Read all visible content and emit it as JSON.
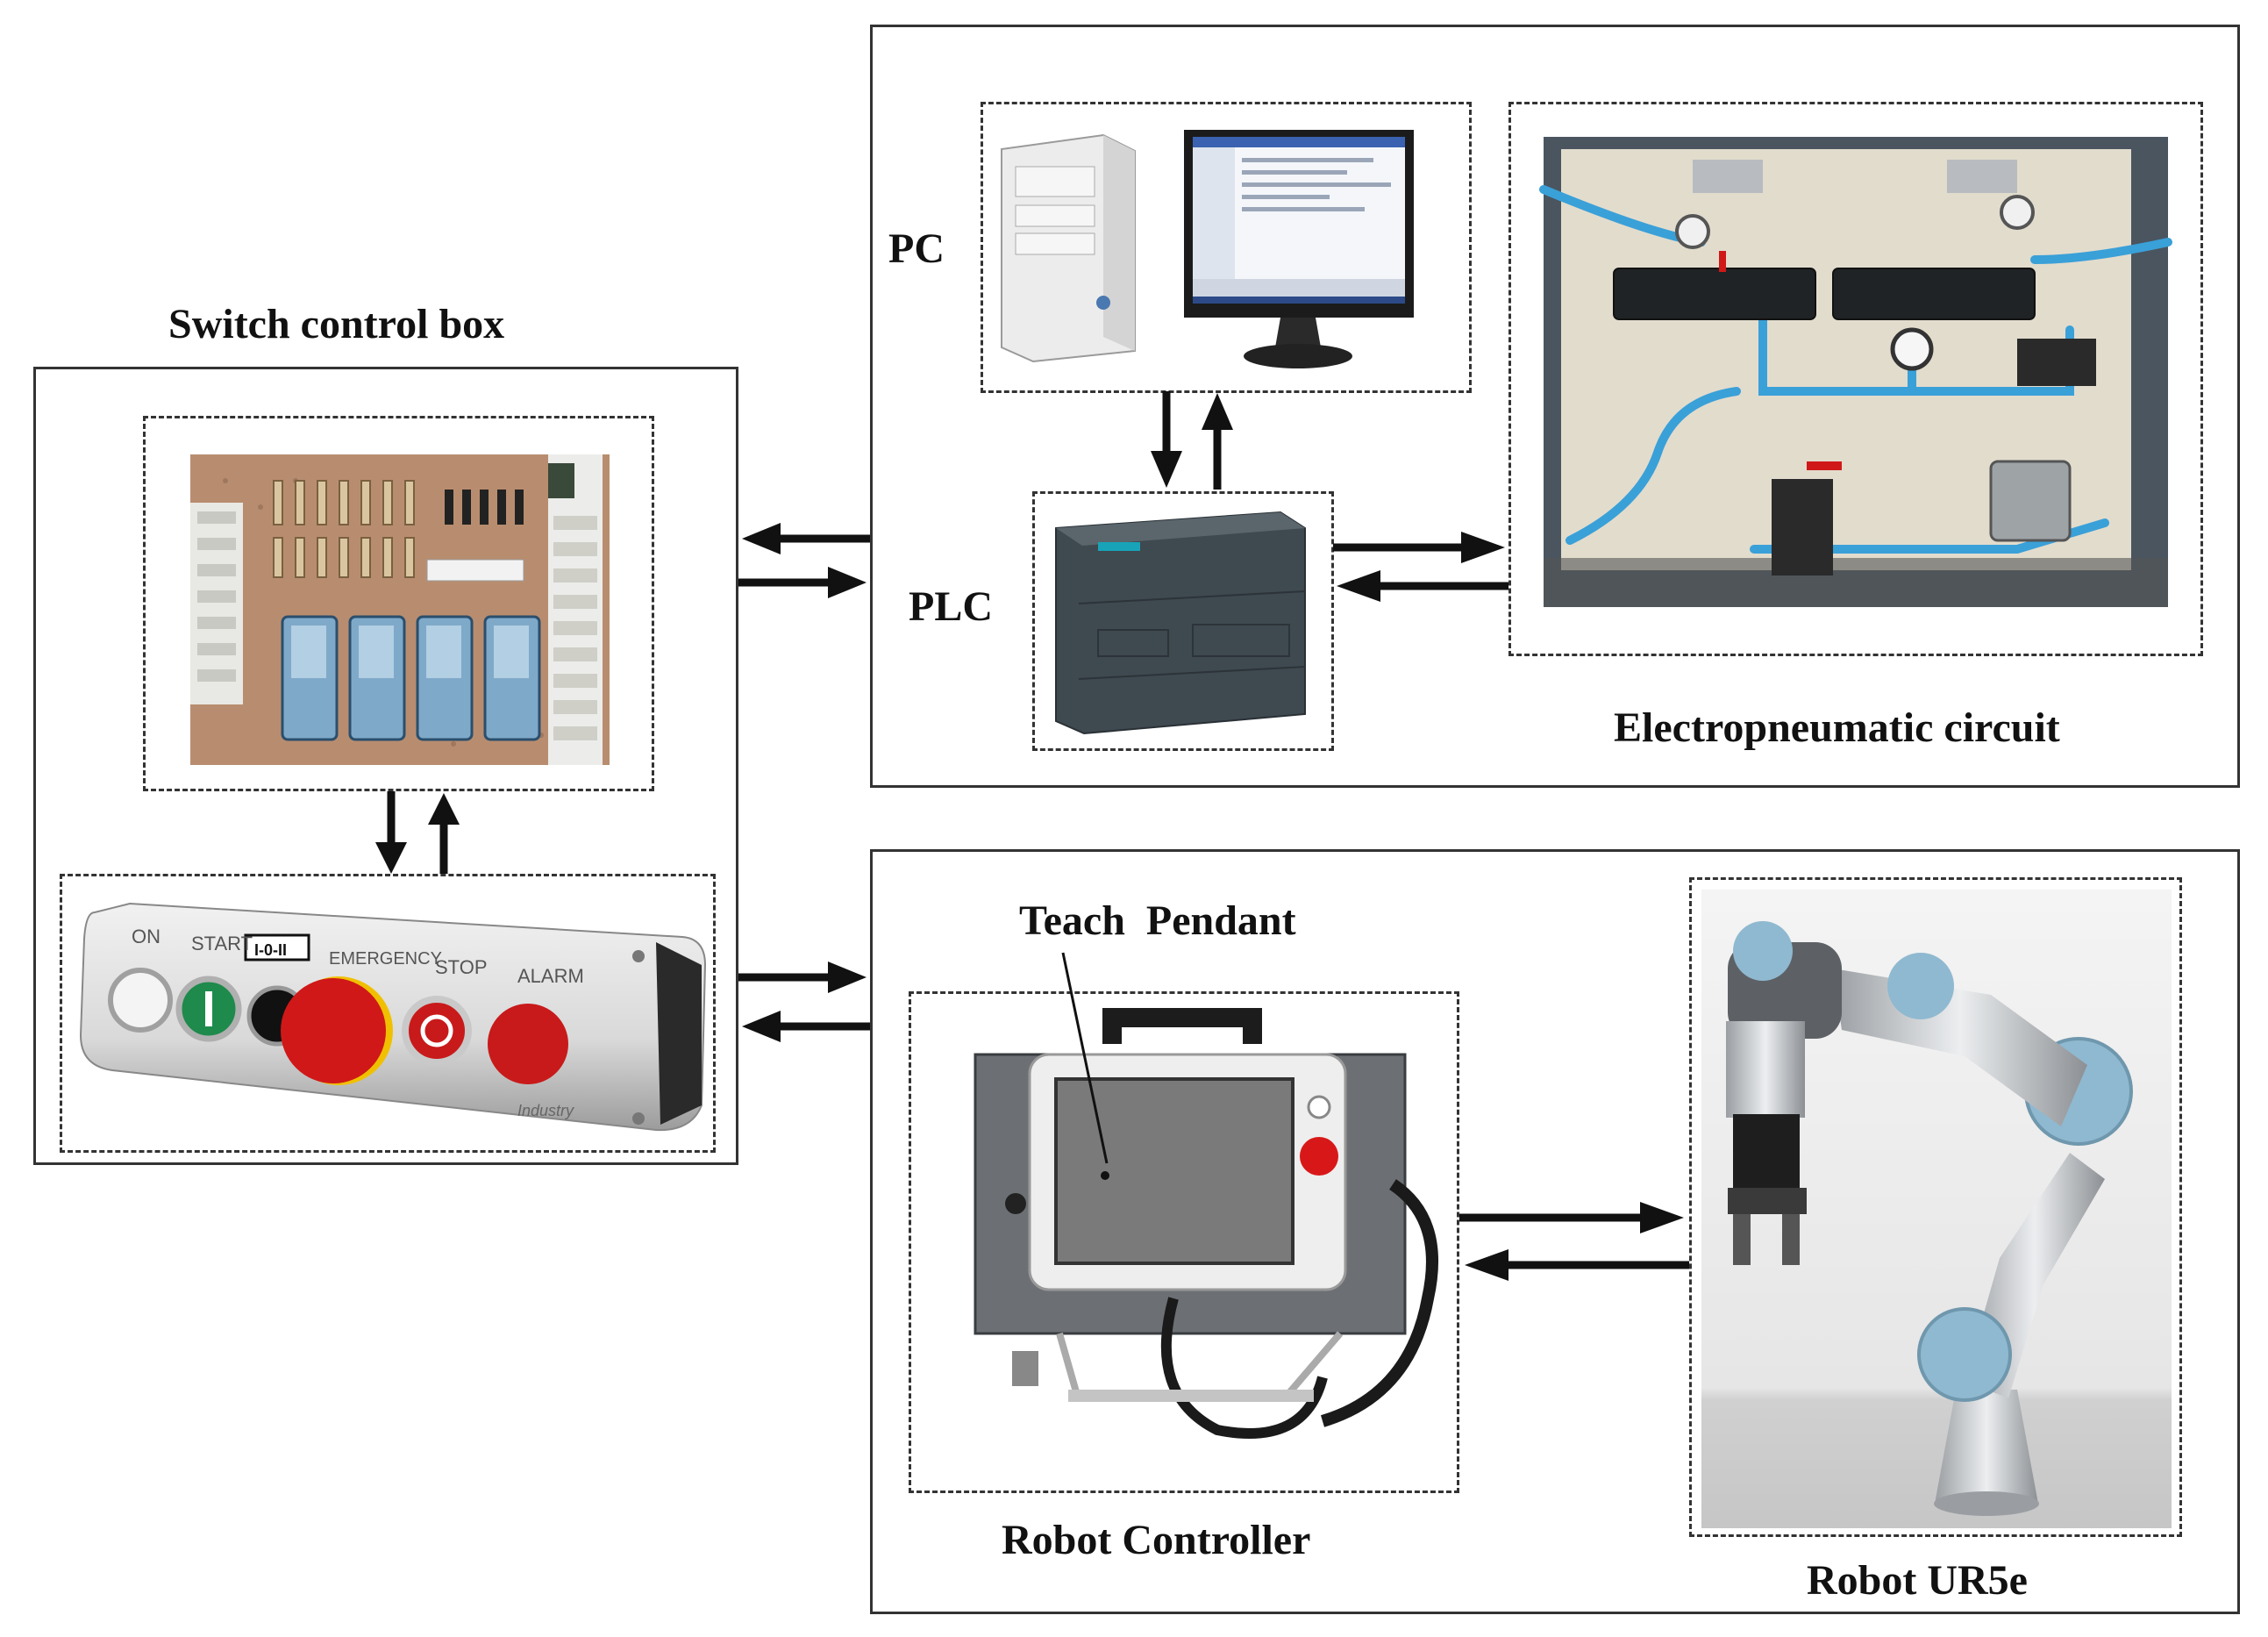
{
  "labels": {
    "switch_box": "Switch control box",
    "pc": "PC",
    "plc": "PLC",
    "electro": "Electropneumatic circuit",
    "teach": "Teach  Pendant",
    "controller": "Robot Controller",
    "robot": "Robot UR5e"
  },
  "switch_buttons": {
    "on": "ON",
    "start": "START",
    "selector": "I-0-II",
    "emergency": "EMERGENCY",
    "stop": "STOP",
    "alarm": "ALARM",
    "brand": "Industry"
  },
  "colors": {
    "arrow": "#111111",
    "start_green": "#1e8a4c",
    "emergency_red": "#d01818",
    "alarm_red": "#c81a1a",
    "pipe_blue": "#3aa0d8",
    "ur_blue": "#8fb9d0"
  }
}
